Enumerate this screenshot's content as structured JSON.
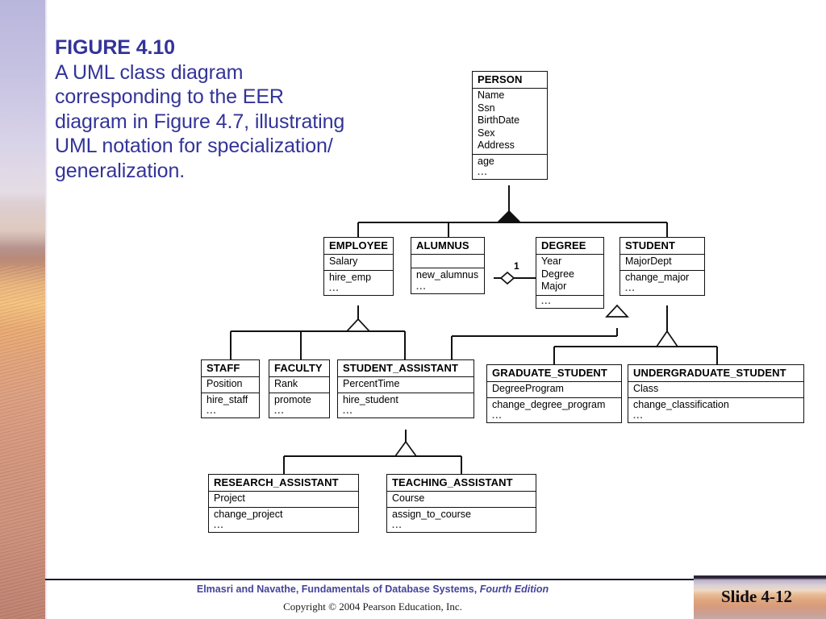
{
  "caption": {
    "figure_label": "FIGURE 4.10",
    "figure_text": "A UML class diagram corresponding to the EER diagram in Figure 4.7, illustrating UML notation for specialization/ generalization."
  },
  "diagram": {
    "type": "uml-class-diagram",
    "classes": [
      {
        "id": "person",
        "name": "PERSON",
        "attributes": [
          "Name",
          "Ssn",
          "BirthDate",
          "Sex",
          "Address"
        ],
        "operations": [
          "age",
          "..."
        ]
      },
      {
        "id": "employee",
        "name": "EMPLOYEE",
        "attributes": [
          "Salary"
        ],
        "operations": [
          "hire_emp",
          "..."
        ]
      },
      {
        "id": "alumnus",
        "name": "ALUMNUS",
        "attributes": [],
        "operations": [
          "new_alumnus",
          "..."
        ]
      },
      {
        "id": "degree",
        "name": "DEGREE",
        "attributes": [
          "Year",
          "Degree",
          "Major"
        ],
        "operations": [
          "..."
        ]
      },
      {
        "id": "student",
        "name": "STUDENT",
        "attributes": [
          "MajorDept"
        ],
        "operations": [
          "change_major",
          "..."
        ]
      },
      {
        "id": "staff",
        "name": "STAFF",
        "attributes": [
          "Position"
        ],
        "operations": [
          "hire_staff",
          "..."
        ]
      },
      {
        "id": "faculty",
        "name": "FACULTY",
        "attributes": [
          "Rank"
        ],
        "operations": [
          "promote",
          "..."
        ]
      },
      {
        "id": "student_assistant",
        "name": "STUDENT_ASSISTANT",
        "attributes": [
          "PercentTime"
        ],
        "operations": [
          "hire_student",
          "..."
        ]
      },
      {
        "id": "graduate_student",
        "name": "GRADUATE_STUDENT",
        "attributes": [
          "DegreeProgram"
        ],
        "operations": [
          "change_degree_program",
          "..."
        ]
      },
      {
        "id": "undergraduate_student",
        "name": "UNDERGRADUATE_STUDENT",
        "attributes": [
          "Class"
        ],
        "operations": [
          "change_classification",
          "..."
        ]
      },
      {
        "id": "research_assistant",
        "name": "RESEARCH_ASSISTANT",
        "attributes": [
          "Project"
        ],
        "operations": [
          "change_project",
          "..."
        ]
      },
      {
        "id": "teaching_assistant",
        "name": "TEACHING_ASSISTANT",
        "attributes": [
          "Course"
        ],
        "operations": [
          "assign_to_course",
          "..."
        ]
      }
    ],
    "generalizations": [
      {
        "parent": "person",
        "children": [
          "employee",
          "alumnus",
          "student"
        ],
        "marker": "filled-triangle"
      },
      {
        "parent": "employee",
        "children": [
          "staff",
          "faculty",
          "student_assistant"
        ],
        "marker": "hollow-triangle"
      },
      {
        "parent": "student",
        "children": [
          "student_assistant"
        ],
        "marker": "hollow-triangle"
      },
      {
        "parent": "student",
        "children": [
          "graduate_student",
          "undergraduate_student"
        ],
        "marker": "hollow-triangle"
      },
      {
        "parent": "student_assistant",
        "children": [
          "research_assistant",
          "teaching_assistant"
        ],
        "marker": "hollow-triangle"
      }
    ],
    "associations": [
      {
        "kind": "aggregation",
        "from": "alumnus",
        "to": "degree",
        "diamond": "hollow",
        "from_multiplicity": "1",
        "to_multiplicity": "*"
      }
    ]
  },
  "footer": {
    "citation_plain": "Elmasri and Navathe, Fundamentals of Database Systems, ",
    "citation_italic": "Fourth Edition",
    "copyright": "Copyright © 2004 Pearson Education, Inc.",
    "slide_number": "Slide 4-12"
  },
  "colors": {
    "caption_blue": "#333399",
    "footer_blue": "#44449a",
    "diagram_line": "#111111",
    "page_background": "#ffffff"
  }
}
